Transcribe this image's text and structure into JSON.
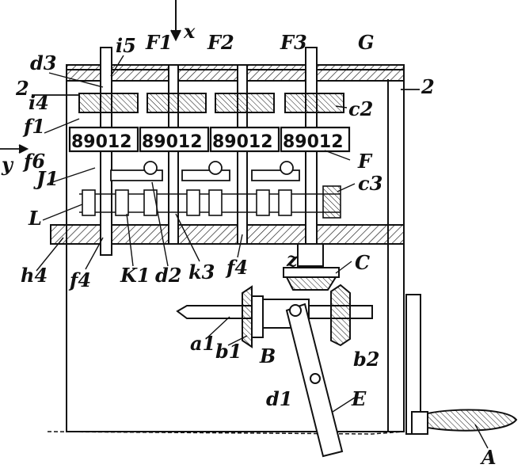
{
  "figure": {
    "counter_wheels": [
      {
        "digits": "89012",
        "label": "F1"
      },
      {
        "digits": "89012",
        "label": "F2"
      },
      {
        "digits": "89012",
        "label": "F3"
      },
      {
        "digits": "89012",
        "label": "F"
      }
    ],
    "reference_labels": {
      "x": "x",
      "i5": "i5",
      "F1": "F1",
      "F2": "F2",
      "F3": "F3",
      "G": "G",
      "d3": "d3",
      "sec2_left": "2",
      "sec2_right": "2",
      "i4": "i4",
      "c2": "c2",
      "f1": "f1",
      "y": "y",
      "f6": "f6",
      "F": "F",
      "J1": "J1",
      "c3": "c3",
      "L": "L",
      "h4": "h4",
      "z": "z",
      "C": "C",
      "f4_a": "f4",
      "K1": "K1",
      "d2": "d2",
      "k3": "k3",
      "f4_b": "f4",
      "a1": "a1",
      "b1": "b1",
      "B": "B",
      "b2": "b2",
      "d1": "d1",
      "E": "E",
      "A": "A"
    },
    "colors": {
      "ink": "#111111",
      "paper": "#ffffff"
    }
  }
}
